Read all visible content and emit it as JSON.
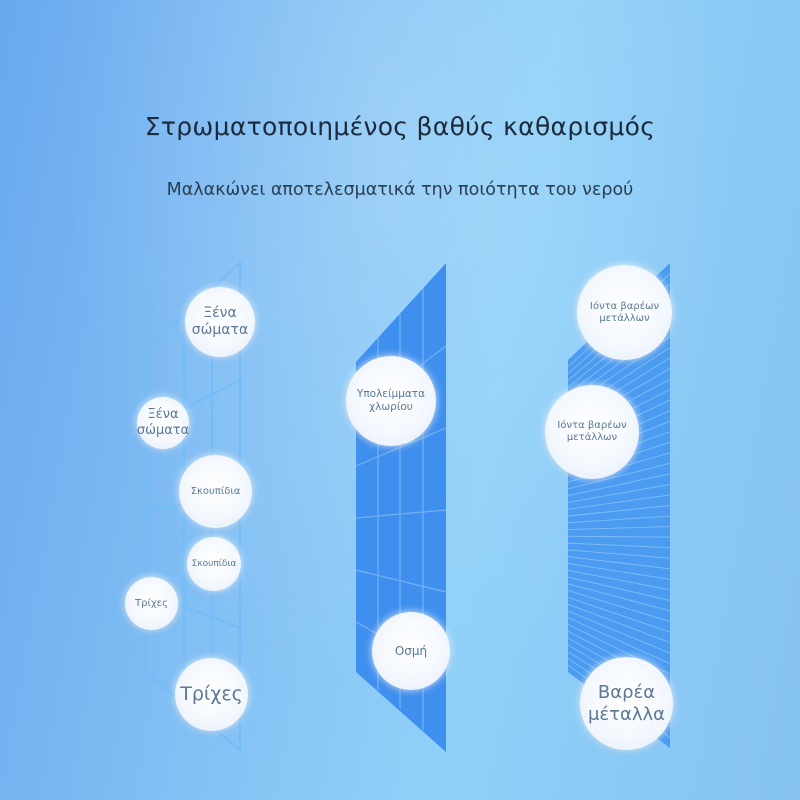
{
  "title": "Στρωματοποιημένος βαθύς καθαρισμός",
  "subtitle": "Μαλακώνει αποτελεσματικά την ποιότητα του νερού",
  "colors": {
    "filter_outline": "#6fb8f8",
    "filter_mid": "#3a8cec",
    "filter_dense": "#4a9af0",
    "bubble": "#ffffff"
  },
  "bubbles": {
    "left": [
      "Ξένα σώματα",
      "Ξένα σώματα",
      "Σκουπίδια",
      "Σκουπίδια",
      "Τρίχες",
      "Τρίχες"
    ],
    "middle": [
      "Υπολείμματα χλωρίου",
      "Οσμή"
    ],
    "right": [
      "Ιόντα βαρέων μετάλλων",
      "Ιόντα βαρέων μετάλλων",
      "Βαρέα μέταλλα"
    ]
  }
}
